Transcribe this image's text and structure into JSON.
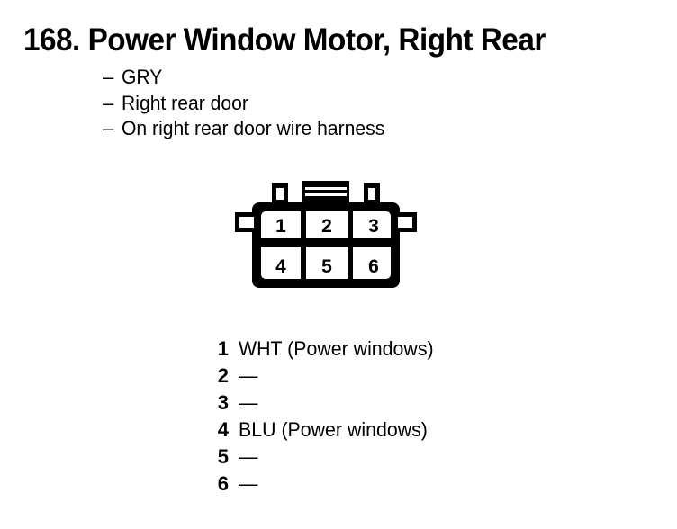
{
  "title": "168. Power Window Motor, Right Rear",
  "notes": {
    "dash": "–",
    "items": [
      "GRY",
      "Right rear door",
      "On right rear door wire harness"
    ]
  },
  "connector": {
    "type": "6-pin-rectangular-connector",
    "rows": 2,
    "columns": 3,
    "cavity_labels": [
      "1",
      "2",
      "3",
      "4",
      "5",
      "6"
    ]
  },
  "pinout": {
    "rows": [
      {
        "pin": "1",
        "description": "WHT (Power windows)"
      },
      {
        "pin": "2",
        "description": "—"
      },
      {
        "pin": "3",
        "description": "—"
      },
      {
        "pin": "4",
        "description": "BLU (Power windows)"
      },
      {
        "pin": "5",
        "description": "—"
      },
      {
        "pin": "6",
        "description": "—"
      }
    ]
  },
  "colors": {
    "ink": "#000000",
    "page": "#ffffff"
  }
}
